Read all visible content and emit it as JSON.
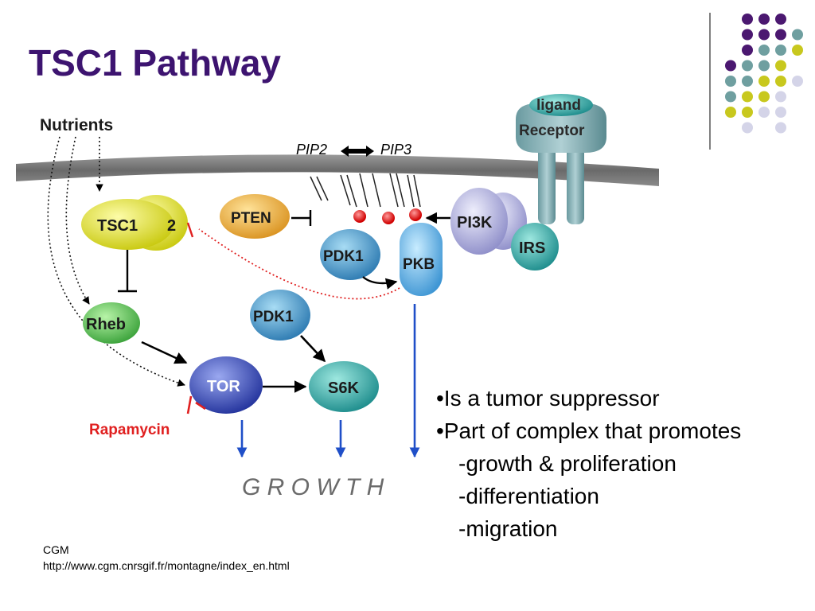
{
  "slide": {
    "title": "TSC1 Pathway"
  },
  "diagram": {
    "nutrients": "Nutrients",
    "pip2": "PIP2",
    "pip3": "PIP3",
    "ligand": "ligand",
    "receptor": "Receptor",
    "tsc1": "TSC1",
    "tsc2_fragment": "2",
    "pten": "PTEN",
    "pi3k": "PI3K",
    "irs": "IRS",
    "pdk1_top": "PDK1",
    "pkb": "PKB",
    "pdk1_lower": "PDK1",
    "rheb": "Rheb",
    "tor": "TOR",
    "s6k": "S6K",
    "rapamycin": "Rapamycin",
    "growth": "G R O W T H"
  },
  "bullets": {
    "items": [
      "•Is a tumor suppressor",
      "•Part of complex that promotes"
    ],
    "sub_items": [
      "-growth & proliferation",
      "-differentiation",
      "-migration"
    ]
  },
  "citation": {
    "source": "CGM",
    "url": "http://www.cgm.cnrsgif.fr/montagne/index_en.html"
  },
  "colors": {
    "title": "#3d1470",
    "dot_purple": "#4b1870",
    "dot_teal": "#6f9fa0",
    "dot_yellow": "#c8c81e",
    "dot_lavender": "#d4d4e8",
    "membrane": "#707070",
    "inhibition_red": "#e02020",
    "growth_arrow": "#1f4fc8"
  }
}
